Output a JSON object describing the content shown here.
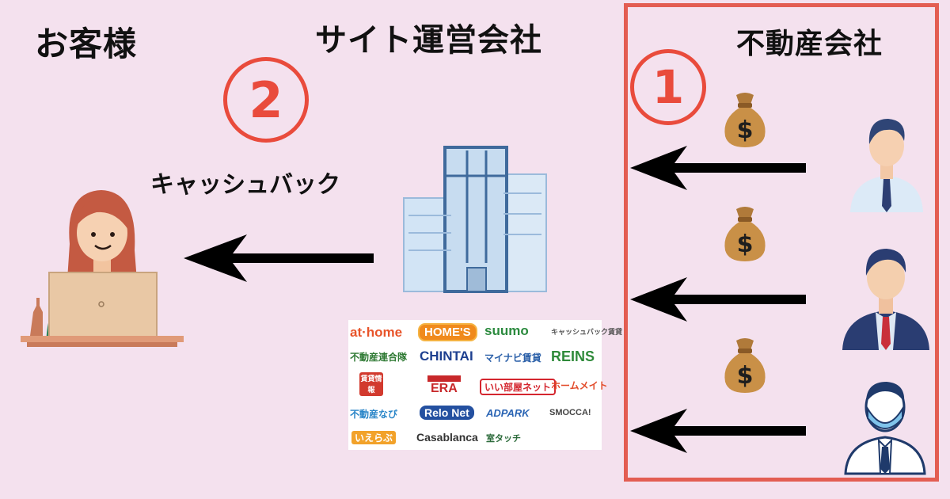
{
  "labels": {
    "customer": "お客様",
    "site_operator": "サイト運営会社",
    "real_estate": "不動産会社",
    "cashback": "キャッシュバック",
    "step_1": "1",
    "step_2": "2",
    "money_symbol": "$"
  },
  "logos": [
    "at·home",
    "HOME'S",
    "suumo",
    "キャッシュバック賃貸",
    "不動産連合隊",
    "CHINTAI",
    "マイナビ賃貸",
    "REINS",
    "賃貸情報",
    "ERA",
    "いい部屋ネット",
    "ホームメイト",
    "不動産なび",
    "Relo Net",
    "ADPARK",
    "SMOCCA!",
    "いえらぶ",
    "Casablanca",
    "室タッチ"
  ],
  "colors": {
    "background": "#f4e1ee",
    "accent_red": "#e94b3c",
    "frame_red": "#e35d52",
    "arrow": "#000000"
  }
}
